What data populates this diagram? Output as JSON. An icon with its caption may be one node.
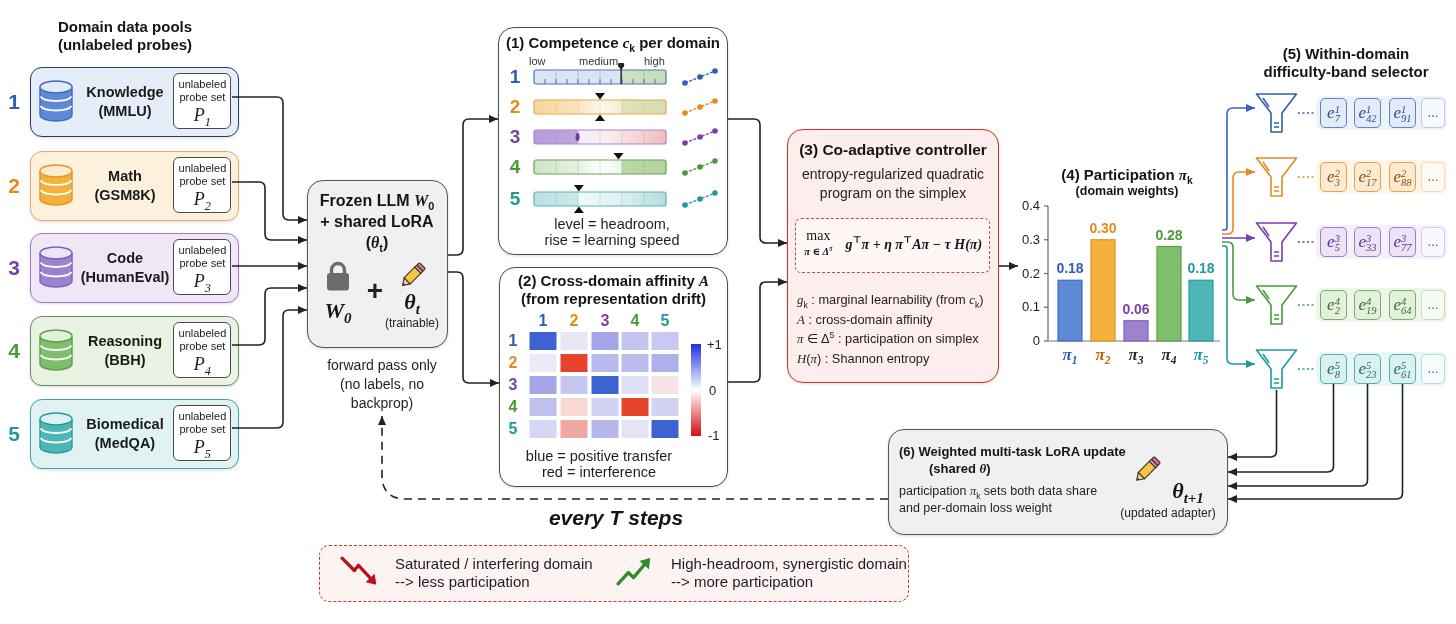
{
  "diagram": {
    "nodes": [
      {
        "text": [
          "Knowledge (MMLU)"
        ],
        "beside": [
          "1"
        ]
      },
      {
        "text": [
          "unlabeled probe set",
          "P$_{1}$"
        ],
        "in": 0
      },
      {
        "text": [
          "Math (GSM8K)"
        ],
        "beside": [
          "2"
        ]
      },
      {
        "text": [
          "unlabeled probe set",
          "P$_{2}$"
        ],
        "in": 2
      },
      {
        "text": [
          "Code (HumanEval)"
        ],
        "beside": [
          "3"
        ]
      },
      {
        "text": [
          "unlabeled probe set",
          "P$_{3}$"
        ],
        "in": 4
      },
      {
        "text": [
          "Reasoning (BBH)"
        ],
        "beside": [
          "4"
        ]
      },
      {
        "text": [
          "unlabeled probe set",
          "P$_{4}$"
        ],
        "in": 6
      },
      {
        "text": [
          "Biomedical (MedQA)"
        ],
        "beside": [
          "5"
        ]
      },
      {
        "text": [
          "unlabeled probe set",
          "P$_{5}$"
        ],
        "in": 8
      },
      {
        "text": [
          "Frozen LLM *W*$_{0}$ + shared LoRA (*θ*$_{t}$)",
          "W$_{0}$",
          "+",
          "θ$_{t}$",
          "(trainable)"
        ]
      },
      {
        "text": [
          "forward pass only (no labels, no backprop)"
        ]
      },
      {
        "text": [
          "(1) Competence *c*$_{k}$ per domain",
          "low",
          "medium",
          "high",
          "1",
          "2",
          "3",
          "4",
          "5",
          "level = headroom, rise = learning speed"
        ]
      },
      {
        "text": [
          "(2) Cross-domain affinity *A* (from representation drift)",
          "1",
          "2",
          "3",
          "4",
          "5",
          "1",
          "2",
          "3",
          "4",
          "5",
          "+1",
          "0",
          "-1",
          "blue = positive transfer",
          "red = interference"
        ]
      },
      {
        "text": [
          "(3) Co-adaptive controller",
          "entropy-regularized quadratic program on the simplex",
          "*g*$_{k}$ : marginal learnability (from *c*$_{k}$)",
          "*A* : cross-domain affinity",
          "*π* ∈ Δ$^{5}$ : participation on simplex",
          "*H*(*π*) : Shannon entropy"
        ]
      },
      {
        "text": [
          "max",
          "π ∈ Δ$^{5}$",
          "g$^{⊤}$π + η π$^{⊤}$Aπ − τ H(π)"
        ],
        "in": 14
      },
      {
        "text": [
          "(4) Participation *π*$_{k}$",
          "(domain weights)"
        ]
      },
      {
        "text": [],
        "shape": "funnel"
      },
      {
        "text": [],
        "shape": "band"
      },
      {
        "text": [
          "e$^{1}$$_{7}$"
        ],
        "in": 18
      },
      {
        "text": [
          "e$^{1}$$_{42}$"
        ],
        "in": 18
      },
      {
        "text": [
          "e$^{1}$$_{91}$"
        ],
        "in": 18
      },
      {
        "text": [
          "..."
        ],
        "in": 18
      },
      {
        "text": [],
        "shape": "funnel"
      },
      {
        "text": [],
        "shape": "band"
      },
      {
        "text": [
          "e$^{2}$$_{3}$"
        ],
        "in": 24
      },
      {
        "text": [
          "e$^{2}$$_{17}$"
        ],
        "in": 24
      },
      {
        "text": [
          "e$^{2}$$_{88}$"
        ],
        "in": 24
      },
      {
        "text": [
          "..."
        ],
        "in": 24
      },
      {
        "text": [],
        "shape": "funnel"
      },
      {
        "text": [],
        "shape": "band"
      },
      {
        "text": [
          "e$^{3}$$_{5}$"
        ],
        "in": 30
      },
      {
        "text": [
          "e$^{3}$$_{33}$"
        ],
        "in": 30
      },
      {
        "text": [
          "e$^{3}$$_{77}$"
        ],
        "in": 30
      },
      {
        "text": [
          "..."
        ],
        "in": 30
      },
      {
        "text": [],
        "shape": "funnel"
      },
      {
        "text": [],
        "shape": "band"
      },
      {
        "text": [
          "e$^{4}$$_{2}$"
        ],
        "in": 36
      },
      {
        "text": [
          "e$^{4}$$_{19}$"
        ],
        "in": 36
      },
      {
        "text": [
          "e$^{4}$$_{64}$"
        ],
        "in": 36
      },
      {
        "text": [
          "..."
        ],
        "in": 36
      },
      {
        "text": [],
        "shape": "funnel"
      },
      {
        "text": [],
        "shape": "band"
      },
      {
        "text": [
          "e$^{5}$$_{8}$"
        ],
        "in": 42
      },
      {
        "text": [
          "e$^{5}$$_{23}$"
        ],
        "in": 42
      },
      {
        "text": [
          "e$^{5}$$_{61}$"
        ],
        "in": 42
      },
      {
        "text": [
          "..."
        ],
        "in": 42
      },
      {
        "text": [
          "(6) Weighted multi-task LoRA update (shared *θ*)",
          "participation *π*$_{k}$ sets both data share and per-domain loss weight",
          "θ$_{t+1}$",
          "(updated adapter)"
        ]
      }
    ],
    "edges": [
      {
        "from": 1,
        "to": 10,
        "arrow": "to"
      },
      {
        "from": 3,
        "to": 10,
        "arrow": "to"
      },
      {
        "from": 5,
        "to": 10,
        "arrow": "to"
      },
      {
        "from": 7,
        "to": 10,
        "arrow": "to"
      },
      {
        "from": 9,
        "to": 10,
        "arrow": "to"
      },
      {
        "from": 10,
        "to": 12,
        "arrow": "to"
      },
      {
        "from": 10,
        "to": 13,
        "arrow": "to"
      },
      {
        "from": 12,
        "to": 14,
        "arrow": "to"
      },
      {
        "from": 13,
        "to": 14,
        "arrow": "to"
      },
      {
        "from": 14,
        "to": 16,
        "arrow": "to"
      },
      {
        "from": 16,
        "to": 17,
        "arrow": "to",
        "color": "#2f66c4"
      },
      {
        "from": 16,
        "to": 23,
        "arrow": "to",
        "color": "#e8891d"
      },
      {
        "from": 16,
        "to": 29,
        "arrow": "to",
        "color": "#7b3fa8"
      },
      {
        "from": 16,
        "to": 35,
        "arrow": "to",
        "color": "#4c9a3c"
      },
      {
        "from": 16,
        "to": 41,
        "arrow": "to",
        "color": "#1f9a9a"
      },
      {
        "from": 17,
        "to": 18,
        "arrow": "none",
        "style": "dashed",
        "color": "#2f66c4"
      },
      {
        "from": 23,
        "to": 24,
        "arrow": "none",
        "style": "dashed",
        "color": "#e8891d"
      },
      {
        "from": 29,
        "to": 30,
        "arrow": "none",
        "style": "dashed",
        "color": "#7b3fa8"
      },
      {
        "from": 35,
        "to": 36,
        "arrow": "none",
        "style": "dashed",
        "color": "#4c9a3c"
      },
      {
        "from": 41,
        "to": 42,
        "arrow": "none",
        "style": "dashed",
        "color": "#1f9a9a"
      },
      {
        "from": 41,
        "to": 47,
        "arrow": "to"
      },
      {
        "from": 43,
        "to": 47,
        "arrow": "to"
      },
      {
        "from": 44,
        "to": 47,
        "arrow": "to"
      },
      {
        "from": 45,
        "to": 47,
        "arrow": "to"
      },
      {
        "from": 47,
        "to": 11,
        "arrow": "to",
        "style": "dashed",
        "label": "every T steps"
      }
    ],
    "labels": [
      "Domain data pools (unlabeled probes)",
      "(5) Within-domain difficulty-band selector"
    ],
    "legend": [
      {
        "text": "Saturated / interfering domain --> less participation"
      },
      {
        "text": "High-headroom, synergistic domain --> more participation"
      }
    ],
    "chart_data": {
      "type": "bar",
      "categories": [
        "π$_{1}$",
        "π$_{2}$",
        "π$_{3}$",
        "π$_{4}$",
        "π$_{5}$"
      ],
      "values": [
        0.18,
        0.3,
        0.06,
        0.28,
        0.18
      ],
      "ylim": [
        0,
        0.4
      ],
      "yticks": [
        0,
        0.1,
        0.2,
        0.3,
        0.4
      ],
      "value_labels": [
        "0.18",
        "0.30",
        "0.06",
        "0.28",
        "0.18"
      ]
    }
  }
}
